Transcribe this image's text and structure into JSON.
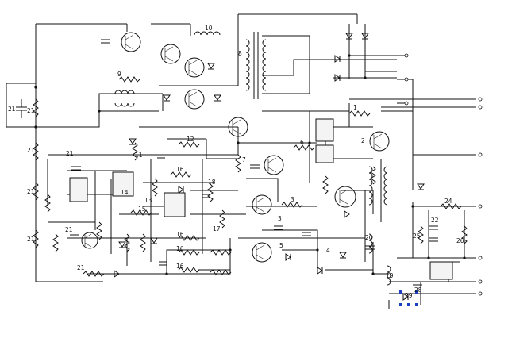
{
  "diagram": {
    "labels": {
      "r9": "9",
      "r10": "10",
      "r12": "12",
      "c16": "16",
      "c16b": "16",
      "c16c": "16",
      "c16d": "16",
      "r6": "6",
      "r3": "3",
      "r3b": "3",
      "r2": "2",
      "r4": "4",
      "r1": "1",
      "r24": "24",
      "r25": "25",
      "r26": "26",
      "c22": "22",
      "r28": "28",
      "r29": "29",
      "r21a": "21",
      "r21b": "21",
      "r21c": "21",
      "r21d": "21",
      "r21e": "21",
      "r21f": "21",
      "r21g": "21",
      "r21h": "21",
      "r5": "5",
      "r13": "13",
      "r14": "14",
      "r15": "15",
      "r17": "17",
      "r18": "18",
      "r11": "11",
      "r7": "7",
      "r8": "8",
      "r19": "19",
      "r20": "20"
    },
    "colors": {
      "wire": "#111111",
      "background": "#ffffff",
      "selection_handle": "#1a3fc0"
    }
  }
}
